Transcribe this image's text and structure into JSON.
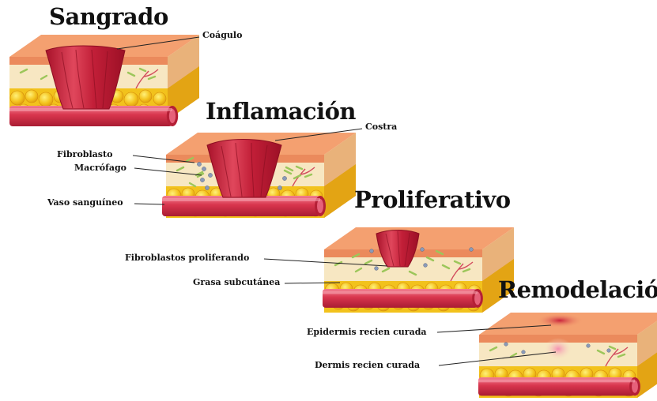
{
  "stages": [
    {
      "title": "Sangrado",
      "labels": [
        "Coágulo"
      ]
    },
    {
      "title": "Inflamación",
      "labels": [
        "Costra",
        "Fibroblasto",
        "Macrófago",
        "Vaso sanguíneo"
      ]
    },
    {
      "title": "Proliferativo",
      "labels": [
        "Fibroblastos proliferando",
        "Grasa subcutánea"
      ]
    },
    {
      "title": "Remodelación",
      "labels": [
        "Epidermis recien curada",
        "Dermis recien curada"
      ]
    }
  ],
  "colors": {
    "epidermis_top": "#f4a070",
    "epidermis_side": "#eb8a5c",
    "dermis": "#f7e7c2",
    "fat": "#f2c21c",
    "fat_dark": "#e09a10",
    "vessel": "#d8354d",
    "vessel_light": "#f07b8c",
    "clot": "#c9203a",
    "fibroblast": "#9cc65a",
    "macrophage": "#8a9ab8"
  }
}
